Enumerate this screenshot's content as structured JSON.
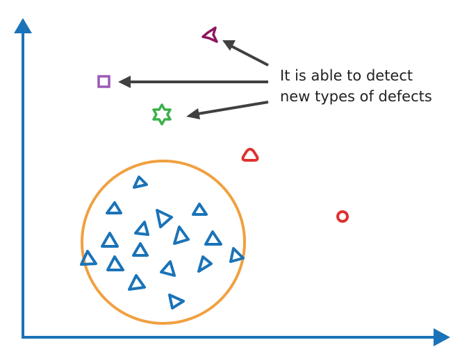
{
  "annotation": {
    "line1": "It is able to detect",
    "line2": "new types of defects"
  },
  "colors": {
    "axis": "#1a73b8",
    "cluster_boundary": "#f0a040",
    "normal_samples": "#1a73b8",
    "anomaly": "#e03030",
    "new_defect_star4": "#8e1560",
    "new_defect_square": "#9b59b6",
    "new_defect_star6": "#3cb04a",
    "arrow": "#404040",
    "text": "#222222"
  },
  "legend_semantics": {
    "normal_samples": "triangle-icon",
    "cluster": "circle-boundary",
    "anomalies": "ring-icon",
    "new_defect_types": [
      "four-point-star-icon",
      "square-icon",
      "six-point-star-icon"
    ]
  }
}
